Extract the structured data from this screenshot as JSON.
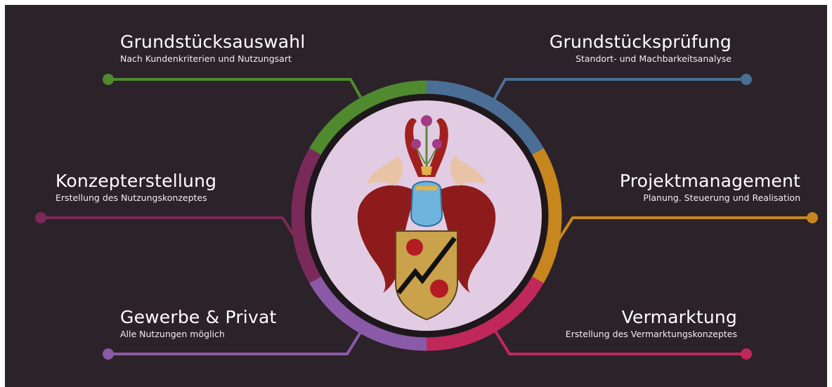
{
  "nodes": [
    {
      "id": "tl",
      "title": "Grundstücksauswahl",
      "subtitle": "Nach Kundenkriterien und Nutzungsart",
      "color": "#4f8a2e"
    },
    {
      "id": "tr",
      "title": "Grundstücksprüfung",
      "subtitle": "Standort- und Machbarkeitsanalyse",
      "color": "#4a6e95"
    },
    {
      "id": "ml",
      "title": "Konzepterstellung",
      "subtitle": "Erstellung des Nutzungskonzeptes",
      "color": "#7a2a58"
    },
    {
      "id": "mr",
      "title": "Projektmanagement",
      "subtitle": "Planung. Steuerung und Realisation",
      "color": "#c7861e"
    },
    {
      "id": "bl",
      "title": "Gewerbe & Privat",
      "subtitle": "Alle Nutzungen möglich",
      "color": "#8a5aa8"
    },
    {
      "id": "br",
      "title": "Vermarktung",
      "subtitle": "Erstellung des Vermarktungskonzeptes",
      "color": "#c0285a"
    }
  ],
  "colors": {
    "background": "#2c2229",
    "medallion": "#e2cce3",
    "inner_ring": "#1e171c"
  },
  "center": {
    "image": "coat-of-arms"
  }
}
